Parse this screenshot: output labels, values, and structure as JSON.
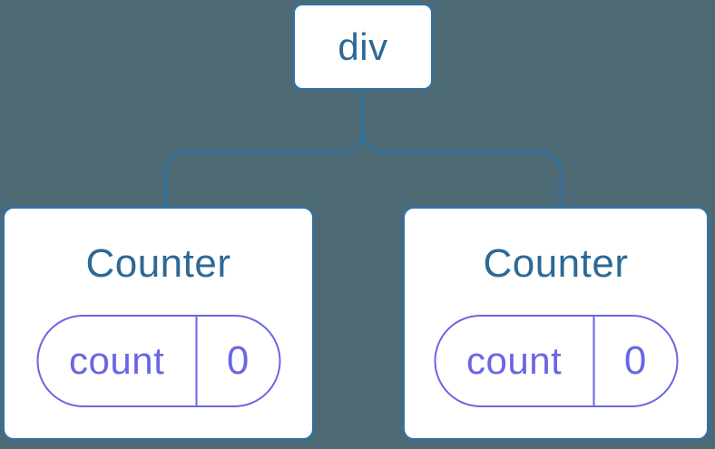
{
  "colors": {
    "background": "#4D6973",
    "node_fill": "#FFFFFF",
    "node_border": "#35719B",
    "node_text": "#2D6996",
    "state_accent": "#6A66E4"
  },
  "tree": {
    "root": {
      "label": "div"
    },
    "children": [
      {
        "name": "Counter",
        "state": [
          {
            "key": "count",
            "value": "0"
          }
        ]
      },
      {
        "name": "Counter",
        "state": [
          {
            "key": "count",
            "value": "0"
          }
        ]
      }
    ]
  }
}
